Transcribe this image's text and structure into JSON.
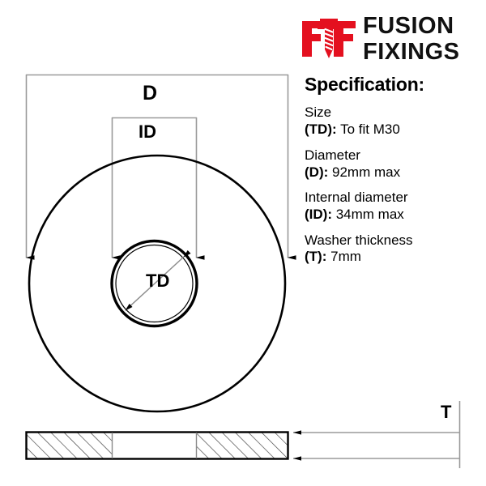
{
  "brand": {
    "name_line1": "FUSION",
    "name_line2": "FIXINGS",
    "logo_icon": "screw-f-logo-icon",
    "accent_color": "#E4101F",
    "text_color": "#111111"
  },
  "spec": {
    "title": "Specification:",
    "rows": [
      {
        "name": "Size",
        "key": "(TD):",
        "value": "To fit M30"
      },
      {
        "name": "Diameter",
        "key": "(D):",
        "value": "92mm max"
      },
      {
        "name": "Internal diameter",
        "key": "(ID):",
        "value": "34mm max"
      },
      {
        "name": "Washer thickness",
        "key": "(T):",
        "value": "7mm"
      }
    ]
  },
  "drawing": {
    "type": "washer-technical-drawing",
    "labels": {
      "outer_diameter": "D",
      "internal_diameter": "ID",
      "thread_diameter": "TD",
      "thickness": "T"
    },
    "line_color": "#000000",
    "extension_line_color": "#8a8a8a",
    "hatch_color": "#555555"
  }
}
